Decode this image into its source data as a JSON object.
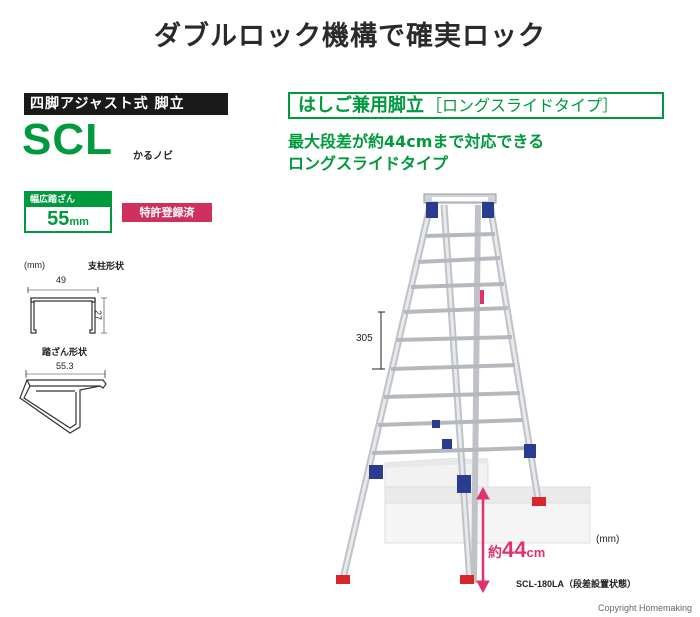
{
  "headline": "ダブルロック機構で確実ロック",
  "product": {
    "series_label": "四脚アジャスト式 脚立",
    "code": "SCL",
    "nickname": "かるノビ",
    "step_width_label": "幅広踏ざん",
    "step_width_value": "55",
    "step_width_unit": "mm",
    "patent": "特許登録済"
  },
  "profile": {
    "unit": "(mm)",
    "pillar_label": "支柱形状",
    "pillar_width": "49",
    "pillar_height": "27",
    "step_label": "踏ざん形状",
    "step_width": "55.3"
  },
  "feature": {
    "title": "はしご兼用脚立",
    "title_sub": "［ロングスライドタイプ］",
    "copy_line1": "最大段差が約44cmまで対応できる",
    "copy_line2": "ロングスライドタイプ"
  },
  "diagram": {
    "step_pitch": "305",
    "height_diff_prefix": "約",
    "height_diff_value": "44",
    "height_diff_unit": "cm",
    "unit": "(mm)",
    "caption": "SCL-180LA（段差設置状態）"
  },
  "copyright": "Copyright  Homemaking",
  "colors": {
    "brand_green": "#009a3e",
    "patent_pink": "#d0305e",
    "accent_pink": "#e0336c",
    "foot_red": "#d8262d",
    "hinge_blue": "#2a3c8f"
  }
}
